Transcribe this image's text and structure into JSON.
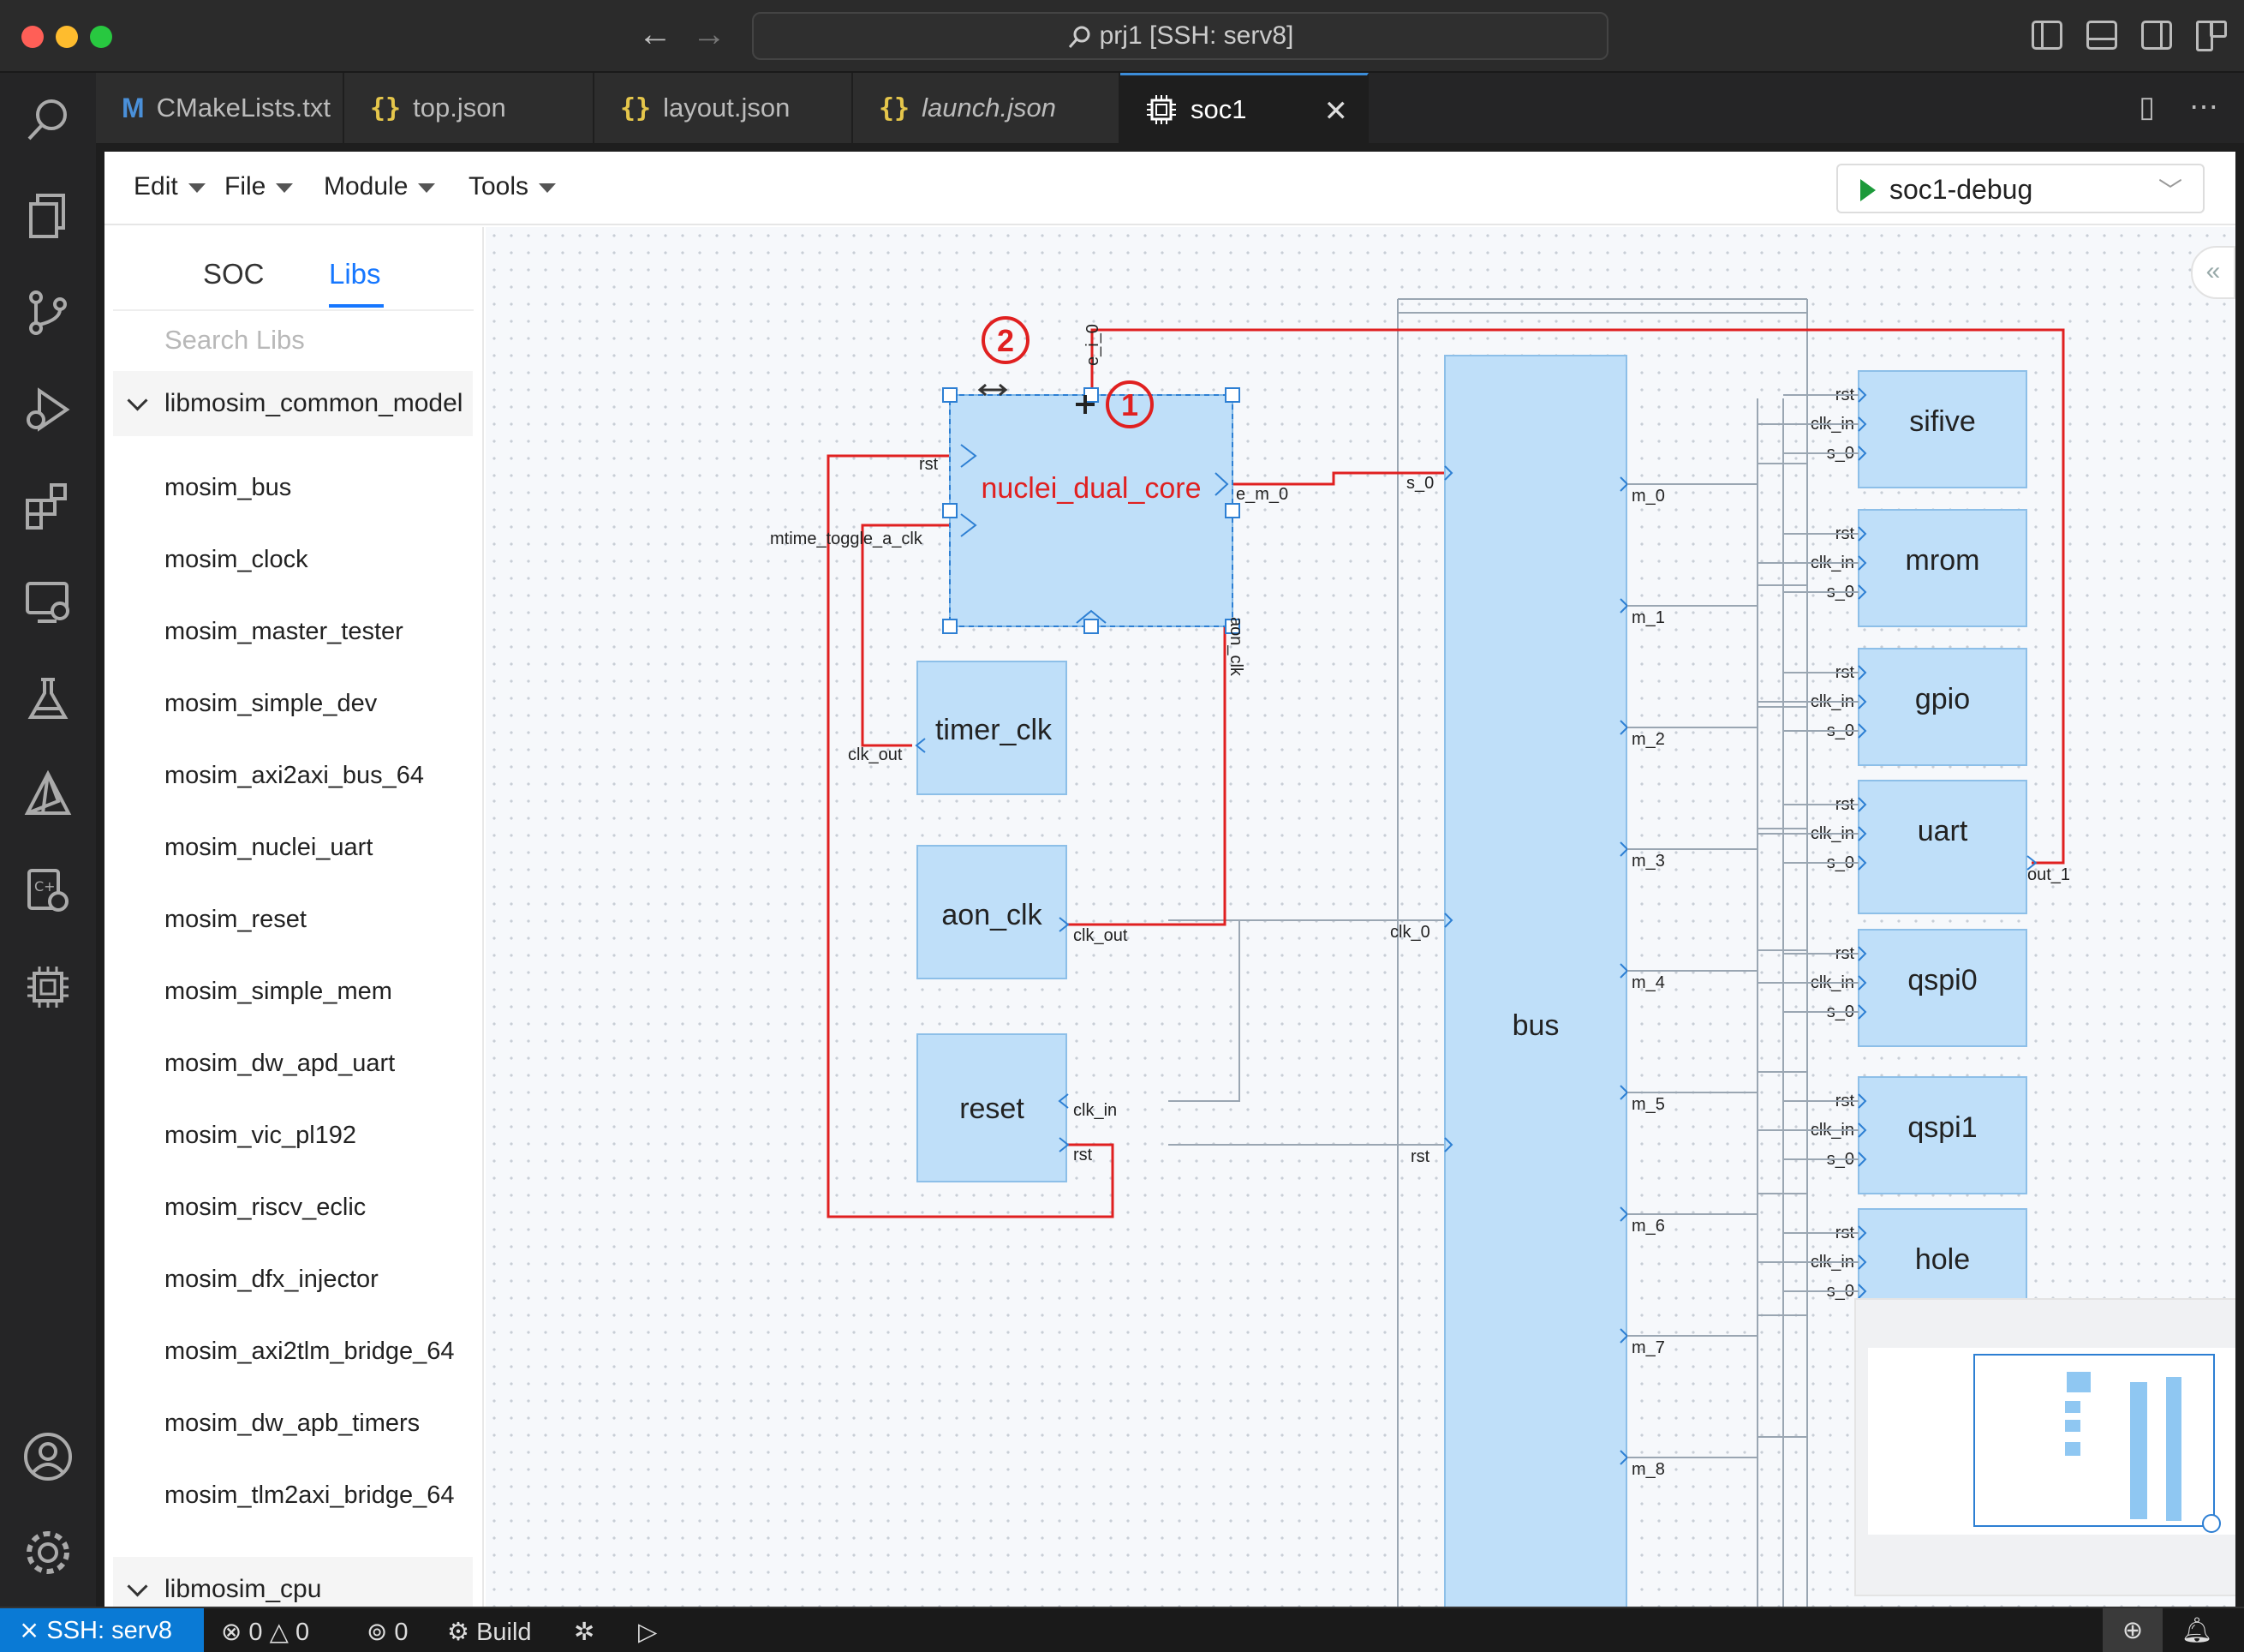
{
  "titlebar": {
    "search_text": "prj1 [SSH: serv8]"
  },
  "tabs": [
    {
      "icon": "M",
      "label": "CMakeLists.txt"
    },
    {
      "icon": "{}",
      "label": "top.json"
    },
    {
      "icon": "{}",
      "label": "layout.json"
    },
    {
      "icon": "{}",
      "label": "launch.json"
    },
    {
      "icon": "chip",
      "label": "soc1",
      "close": "✕"
    }
  ],
  "menubar": {
    "items": [
      "Edit",
      "File",
      "Module",
      "Tools"
    ],
    "run_config": "soc1-debug"
  },
  "libpanel": {
    "tabs": [
      "SOC",
      "Libs"
    ],
    "search_placeholder": "Search Libs",
    "groups": [
      "libmosim_common_model",
      "libmosim_cpu"
    ],
    "items": [
      "mosim_bus",
      "mosim_clock",
      "mosim_master_tester",
      "mosim_simple_dev",
      "mosim_axi2axi_bus_64",
      "mosim_nuclei_uart",
      "mosim_reset",
      "mosim_simple_mem",
      "mosim_dw_apd_uart",
      "mosim_vic_pl192",
      "mosim_riscv_eclic",
      "mosim_dfx_injector",
      "mosim_axi2tlm_bridge_64",
      "mosim_dw_apb_timers",
      "mosim_tlm2axi_bridge_64"
    ]
  },
  "diagram": {
    "blocks": {
      "core": "nuclei_dual_core",
      "timer_clk": "timer_clk",
      "aon_clk": "aon_clk",
      "reset": "reset",
      "bus": "bus",
      "slaves": [
        "sifive",
        "mrom",
        "gpio",
        "uart",
        "qspi0",
        "qspi1",
        "hole"
      ]
    },
    "ports": {
      "core_rst": "rst",
      "core_toggle": "mtime_toggle_a_clk",
      "core_out": "e_m_0",
      "core_top": "e_i_0",
      "core_aon": "aon_clk",
      "clk_out": "clk_out",
      "clk_in": "clk_in",
      "rst": "rst",
      "s_0": "s_0",
      "clk_0": "clk_0",
      "out_1": "out_1",
      "bus_masters": [
        "m_0",
        "m_1",
        "m_2",
        "m_3",
        "m_4",
        "m_5",
        "m_6",
        "m_7",
        "m_8"
      ]
    },
    "annotations": [
      "①",
      "②"
    ]
  },
  "statusbar": {
    "remote": "SSH: serv8",
    "errors": "0",
    "warnings": "0",
    "ports": "0",
    "build": "Build"
  },
  "colors": {
    "wire_red": "#e02020",
    "block_fill": "#bfdff9",
    "accent": "#0a7ad5"
  }
}
